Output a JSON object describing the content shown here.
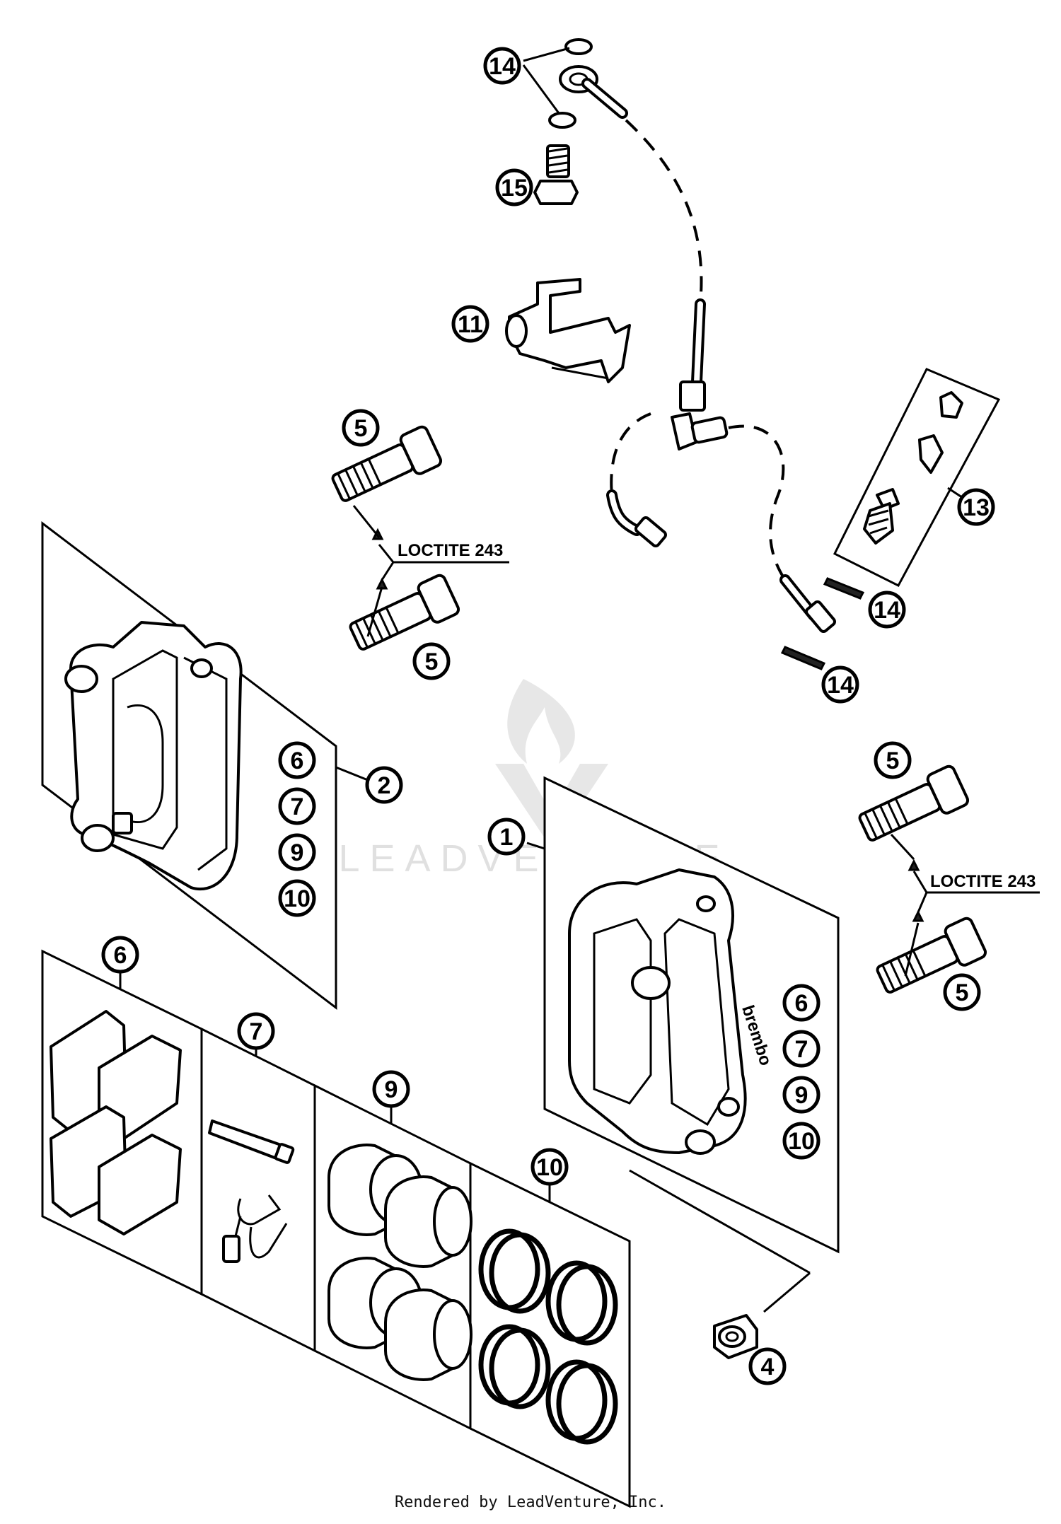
{
  "callouts": {
    "c14_top": "14",
    "c15": "15",
    "c11": "11",
    "c5_a": "5",
    "c5_b": "5",
    "c13": "13",
    "c14_mid": "14",
    "c14_low": "14",
    "c2": "2",
    "c6_left": "6",
    "c7_left": "7",
    "c9_left": "9",
    "c10_left": "10",
    "c5_c": "5",
    "c5_d": "5",
    "c1": "1",
    "c6_right": "6",
    "c7_right": "7",
    "c9_right": "9",
    "c10_right": "10",
    "c6_kit": "6",
    "c7_kit": "7",
    "c9_kit": "9",
    "c10_kit": "10",
    "c4": "4"
  },
  "notes": {
    "loctite_left": "LOCTITE 243",
    "loctite_right": "LOCTITE 243",
    "caliper_brand": "brembo"
  },
  "watermark": "LEADVENTURE",
  "footer": "Rendered by LeadVenture, Inc.",
  "colors": {
    "line": "#000000",
    "background": "#ffffff",
    "watermark": "#c8c8c8"
  }
}
